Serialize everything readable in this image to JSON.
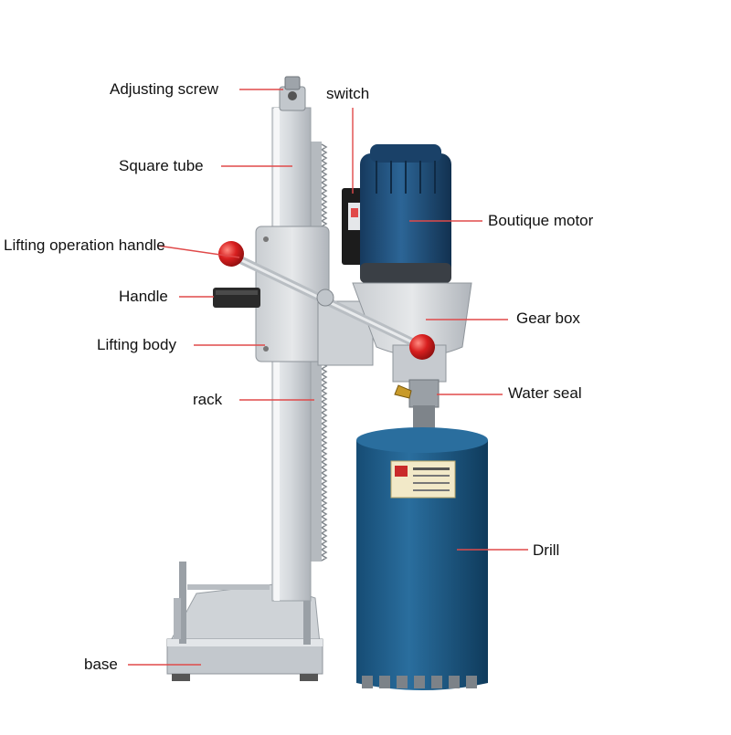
{
  "colors": {
    "leader_line": "#e04a4a",
    "motor_blue": "#1f4d7a",
    "drill_blue": "#1b5a86",
    "knob_red": "#d81f1f",
    "aluminium": "#d5d8dc",
    "label_text": "#111111"
  },
  "labels": {
    "adjusting_screw": "Adjusting screw",
    "switch": "switch",
    "square_tube": "Square tube",
    "boutique_motor": "Boutique motor",
    "lifting_operation_handle": "Lifting operation handle",
    "handle": "Handle",
    "gear_box": "Gear box",
    "lifting_body": "Lifting body",
    "water_seal": "Water seal",
    "rack": "rack",
    "drill": "Drill",
    "base": "base"
  }
}
